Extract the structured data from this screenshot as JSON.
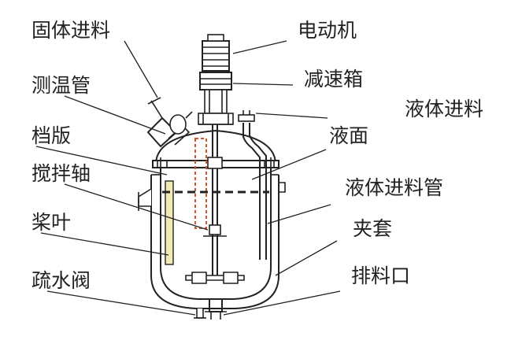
{
  "labels": {
    "solid_feed": "固体进料",
    "thermo_tube": "测温管",
    "baffle": "档版",
    "shaft": "搅拌轴",
    "impeller": "桨叶",
    "drain_valve": "疏水阀",
    "motor": "电动机",
    "reducer": "减速箱",
    "liquid_feed": "液体进料",
    "liquid_level": "液面",
    "liquid_feed_pipe": "液体进料管",
    "jacket": "夹套",
    "discharge": "排料口"
  },
  "colors": {
    "line": "#222222",
    "baffle_fill": "#f3e9b4",
    "thermo_tube": "#d2542c",
    "text": "#222222"
  }
}
